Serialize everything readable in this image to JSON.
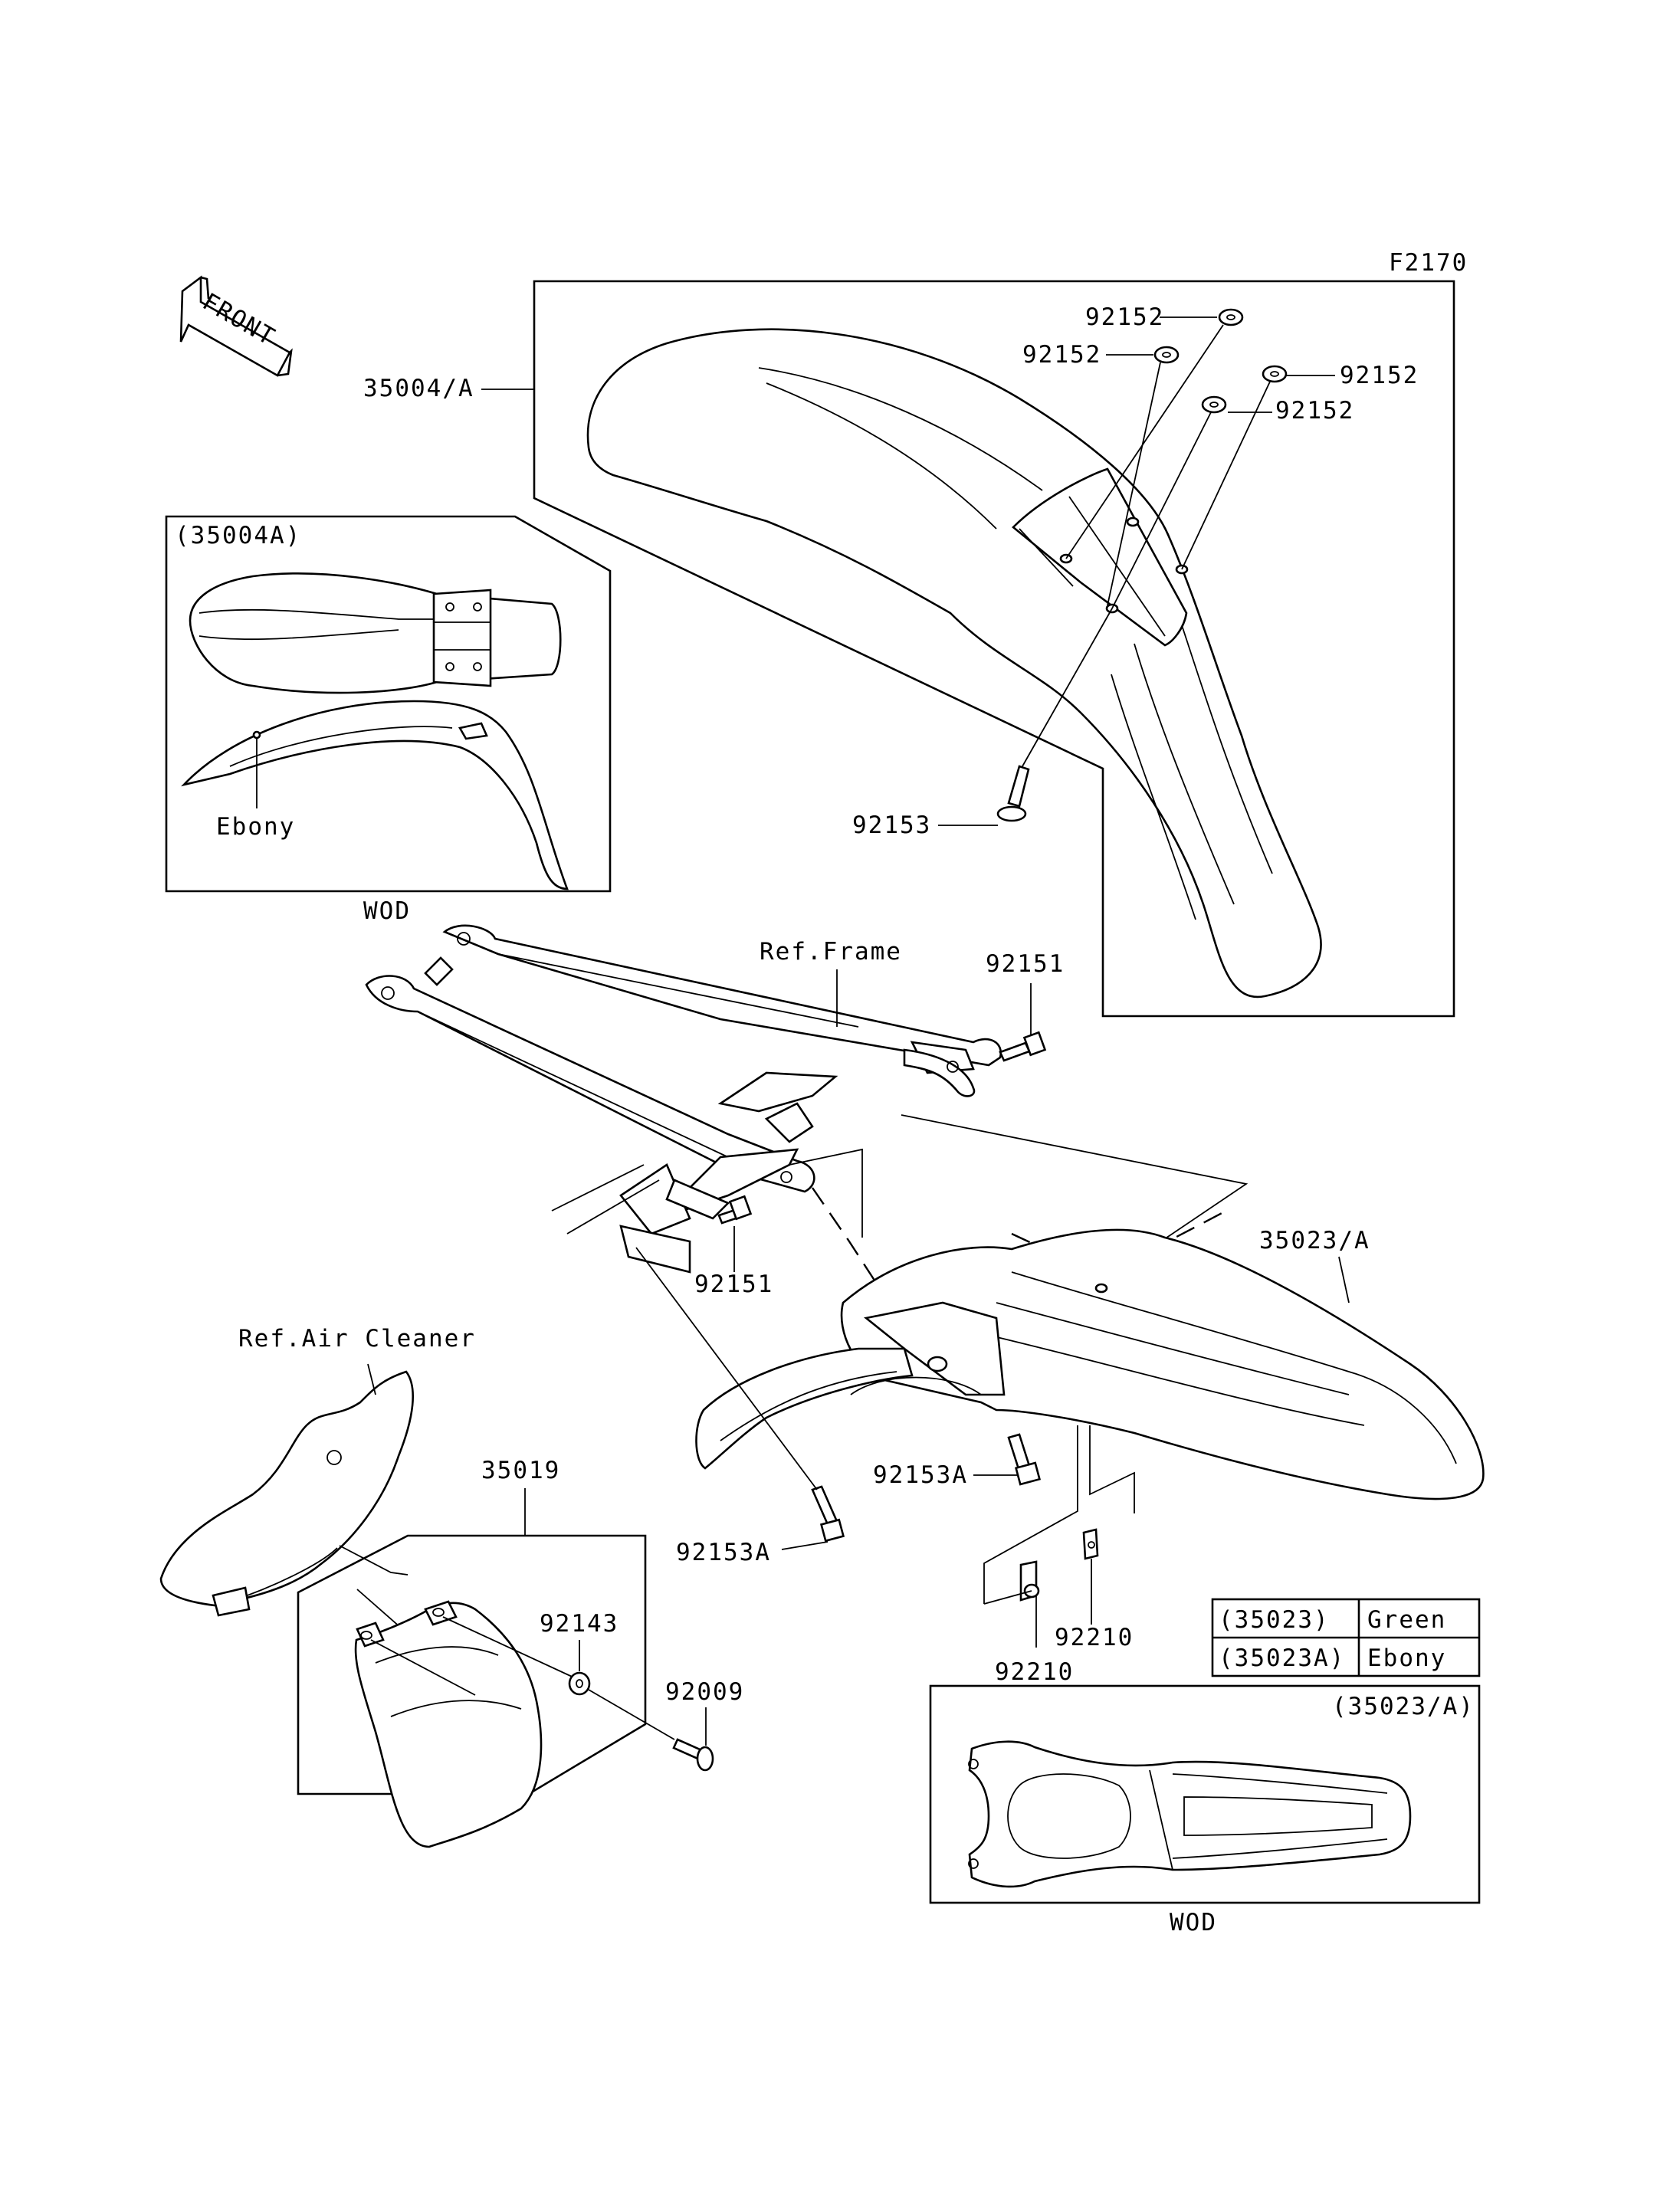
{
  "figure_code": "F2170",
  "front_label": "FRONT",
  "callouts": {
    "front_fender": "35004/A",
    "rear_fender": "35023/A",
    "mud_flap": "35019",
    "washer_1": "92152",
    "washer_2": "92152",
    "washer_3": "92152",
    "washer_4": "92152",
    "front_bolt": "92153",
    "frame_bolt_1": "92151",
    "frame_bolt_2": "92151",
    "rear_bolt_1": "92153A",
    "rear_bolt_2": "92153A",
    "nut_1": "92210",
    "nut_2": "92210",
    "flap_washer": "92143",
    "flap_screw": "92009"
  },
  "references": {
    "frame": "Ref.Frame",
    "air_cleaner": "Ref.Air Cleaner"
  },
  "inset_front": {
    "title": "(35004A)",
    "color_label": "Ebony",
    "caption": "WOD"
  },
  "inset_rear": {
    "title": "(35023/A)",
    "caption": "WOD"
  },
  "color_table": {
    "rows": [
      [
        "(35023)",
        "Green"
      ],
      [
        "(35023A)",
        "Ebony"
      ]
    ]
  }
}
